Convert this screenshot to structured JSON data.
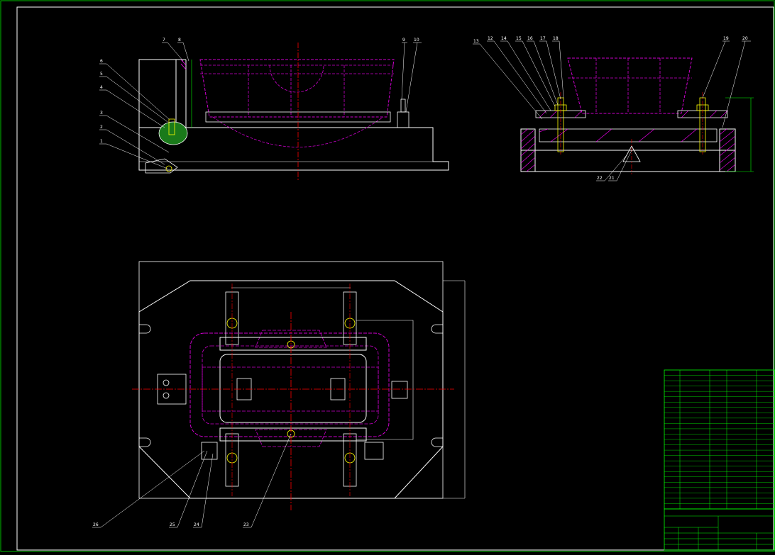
{
  "drawing": {
    "front_view": {
      "balloons": [
        "7",
        "8",
        "6",
        "5",
        "4",
        "3",
        "2",
        "1",
        "9",
        "10"
      ]
    },
    "side_view": {
      "balloons": [
        "13",
        "12",
        "14",
        "15",
        "16",
        "17",
        "18",
        "19",
        "20",
        "22",
        "21"
      ]
    },
    "plan_view": {
      "balloons": [
        "26",
        "25",
        "24",
        "23"
      ]
    }
  },
  "colors": {
    "background": "#000000",
    "outline": "#ffffff",
    "hidden_part": "#cc00cc",
    "centerline": "#ff0000",
    "dimension": "#00ff00",
    "hatch": "#ff00ff",
    "fastener": "#ffff00"
  }
}
